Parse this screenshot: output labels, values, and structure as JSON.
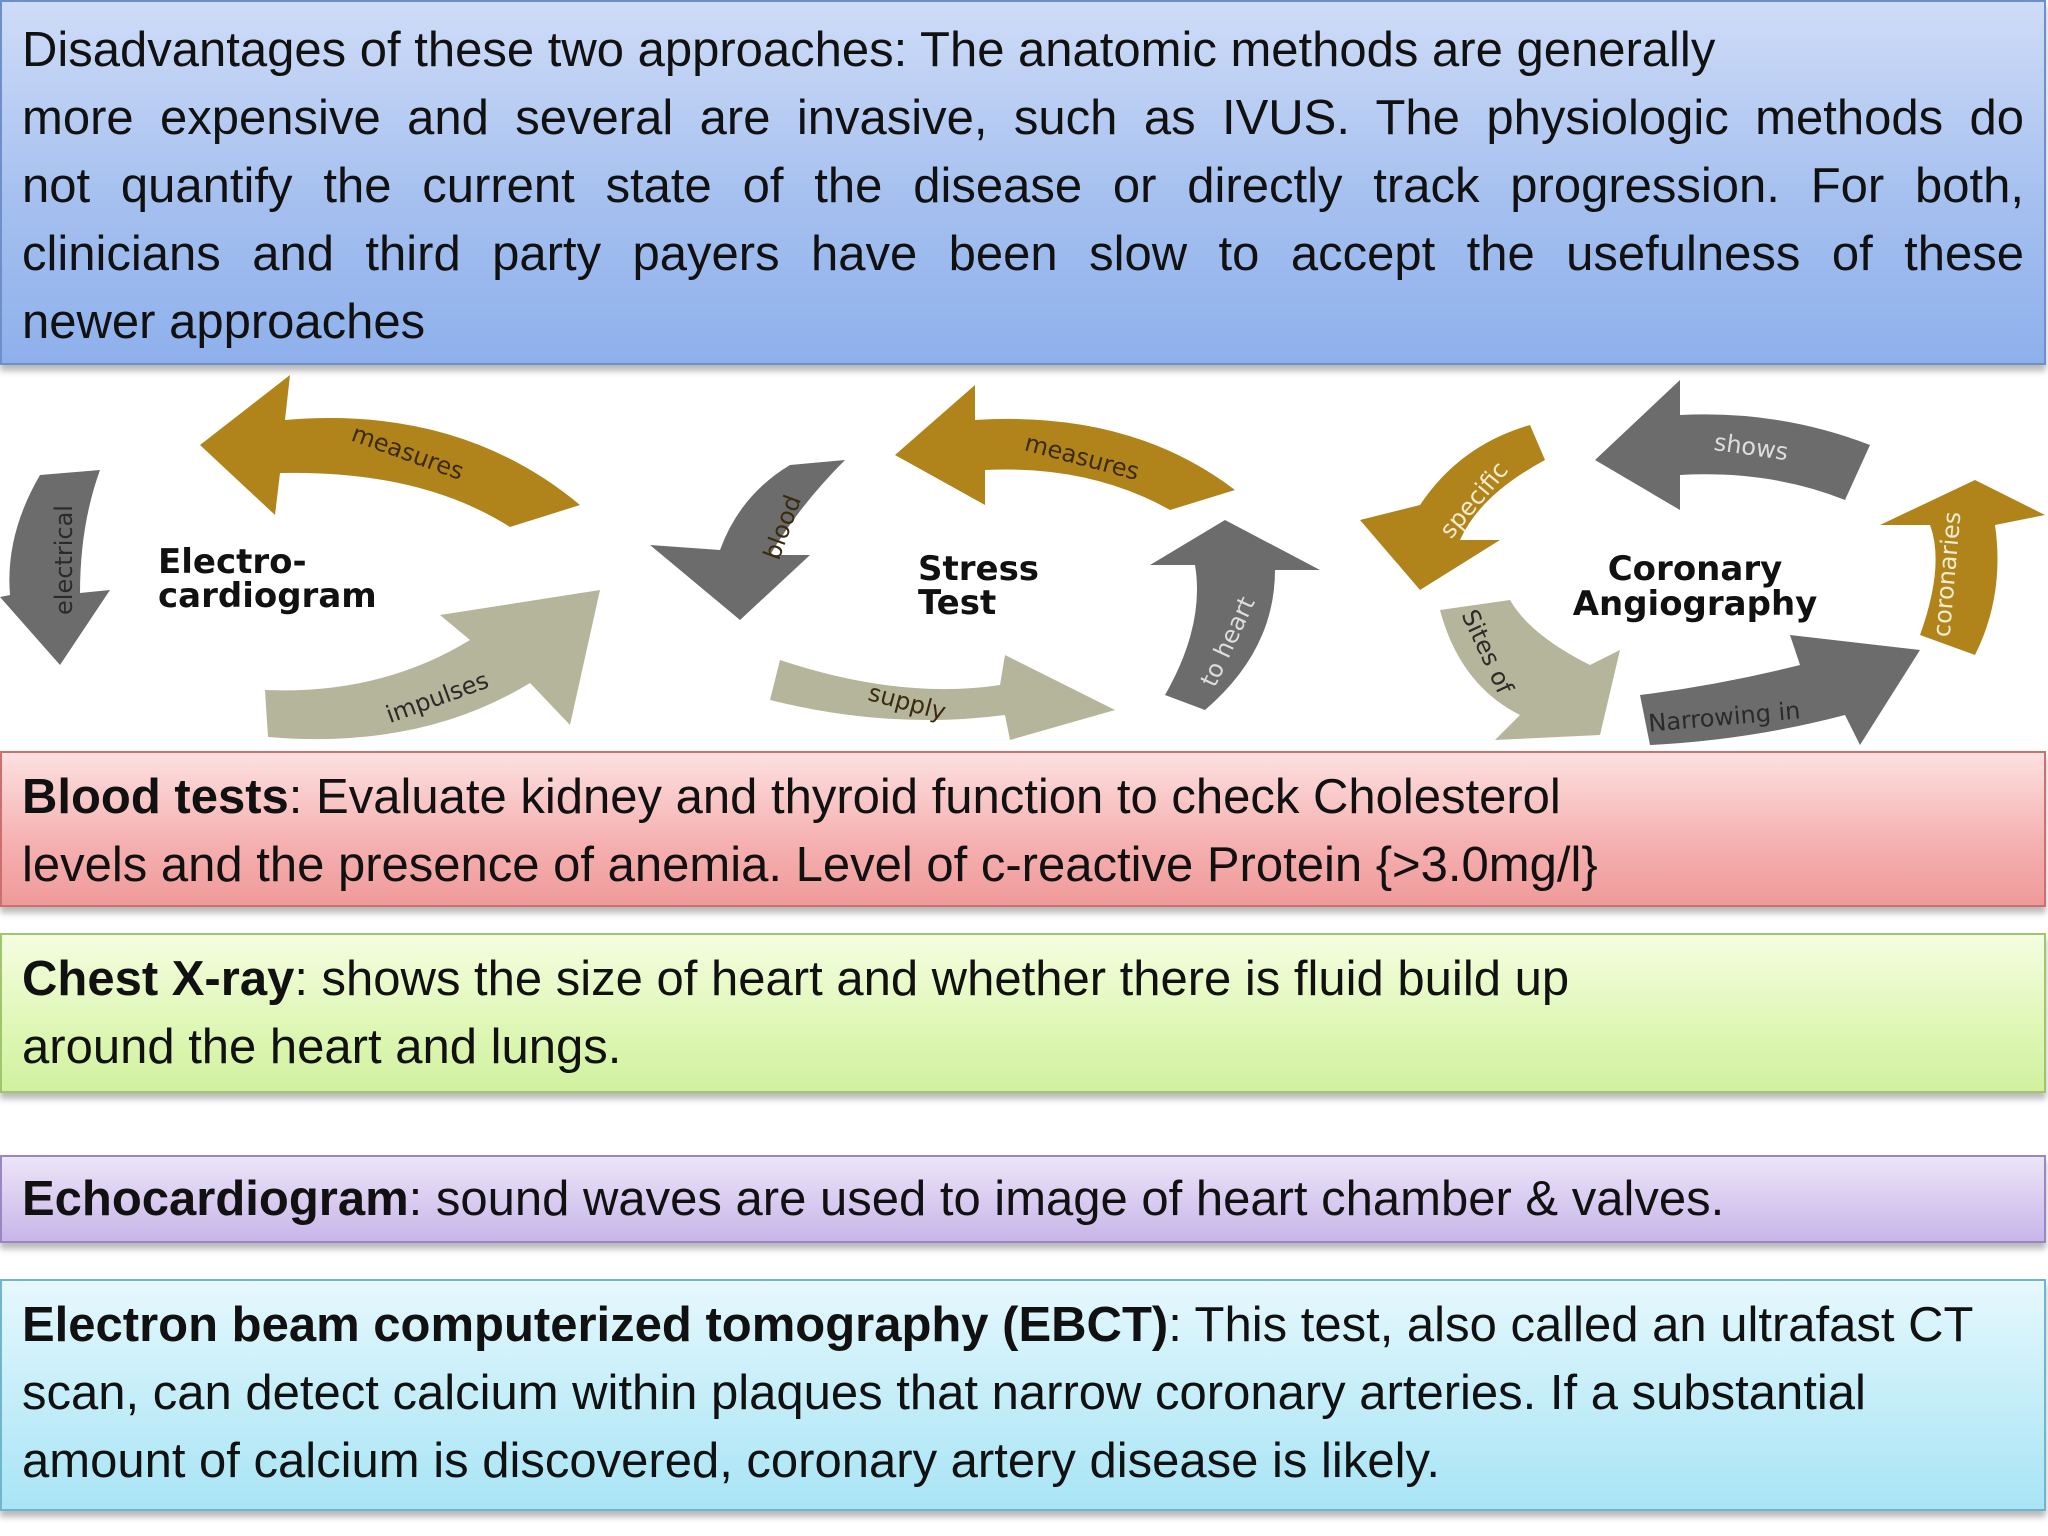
{
  "top_box": {
    "lines": [
      "Disadvantages of these two approaches: The anatomic methods are generally",
      "more expensive and several are invasive, such as IVUS. The physiologic methods do",
      "not quantify the current state of the disease or directly track progression. For both,",
      "clinicians and third party payers have been slow to accept the usefulness of these",
      "newer approaches"
    ]
  },
  "diagram": {
    "ecg": {
      "title_line1": "Electro-",
      "title_line2": "cardiogram",
      "labels": [
        "measures",
        "electrical",
        "impulses"
      ]
    },
    "stress": {
      "title_line1": "Stress",
      "title_line2": "Test",
      "labels": [
        "measures",
        "blood",
        "supply",
        "to heart"
      ]
    },
    "angio": {
      "title_line1": "Coronary",
      "title_line2": "Angiography",
      "labels": [
        "shows",
        "specific",
        "Sites of",
        "Narrowing in",
        "coronaries"
      ]
    },
    "colors": {
      "gold": "#b0841a",
      "gray": "#6c6c6c",
      "sage": "#b4b59a"
    }
  },
  "blood_tests": {
    "label": "Blood tests",
    "line1": ": Evaluate kidney and thyroid function to check Cholesterol",
    "line2": "levels and the presence of anemia. Level of c-reactive Protein {>3.0mg/l}"
  },
  "chest_xray": {
    "label": "Chest X-ray",
    "line1": ": shows the size of heart and whether there is fluid build up",
    "line2": "around the heart and lungs."
  },
  "echo": {
    "label": "Echocardiogram",
    "text": ": sound waves are used to image of heart chamber & valves."
  },
  "ebct": {
    "label": "Electron beam computerized tomography (EBCT)",
    "line1": ": This test, also called an ultrafast CT",
    "line2": "scan, can detect calcium within plaques that narrow coronary arteries. If a substantial",
    "line3": "amount of calcium is discovered, coronary artery disease is likely."
  }
}
